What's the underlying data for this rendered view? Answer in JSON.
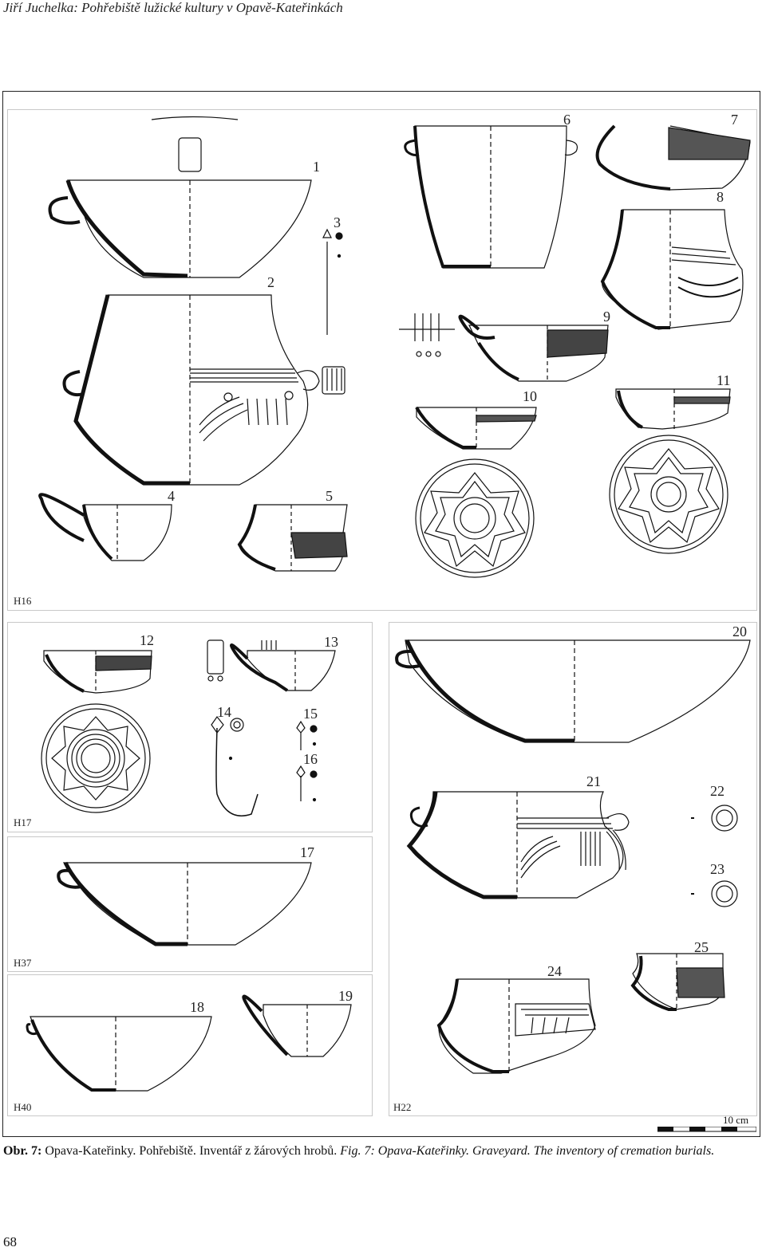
{
  "header": {
    "running_title": "Jiří Juchelka: Pohřebiště lužické kultury v Opavě-Kateřinkách"
  },
  "figure": {
    "panels": {
      "h16": "H16",
      "h17": "H17",
      "h37": "H37",
      "h40": "H40",
      "h22": "H22"
    },
    "numbers": [
      "1",
      "2",
      "3",
      "4",
      "5",
      "6",
      "7",
      "8",
      "9",
      "10",
      "11",
      "12",
      "13",
      "14",
      "15",
      "16",
      "17",
      "18",
      "19",
      "20",
      "21",
      "22",
      "23",
      "24",
      "25"
    ],
    "scale": "10 cm"
  },
  "caption": {
    "label": "Obr. 7:",
    "cz": "Opava-Kateřinky. Pohřebiště. Inventář z žárových hrobů.",
    "en": "Fig. 7: Opava-Kateřinky. Graveyard. The inventory of cremation burials."
  },
  "footer": {
    "page_number": "68"
  }
}
